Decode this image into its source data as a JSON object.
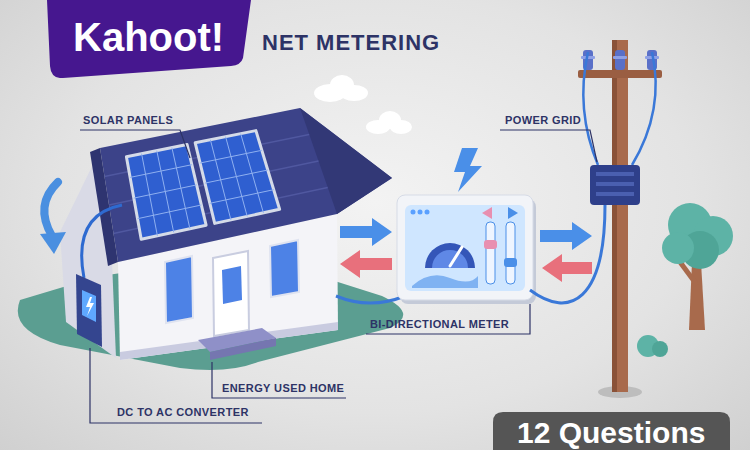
{
  "diagram": {
    "title": "NET METERING",
    "nodes": [
      {
        "text": [
          "Kahoot!"
        ]
      },
      {
        "text": [
          "12 Questions"
        ]
      }
    ],
    "labels": [
      "SOLAR PANELS",
      "POWER GRID",
      "BI-DIRECTIONAL METER",
      "ENERGY USED HOME",
      "DC TO AC CONVERTER"
    ]
  }
}
